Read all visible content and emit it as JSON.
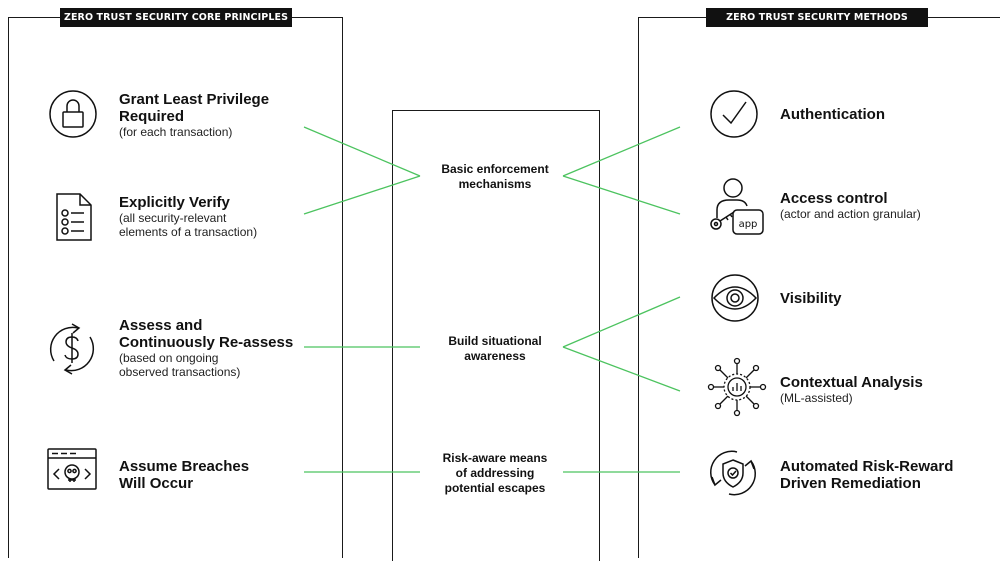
{
  "left": {
    "header": "ZERO TRUST SECURITY CORE PRINCIPLES",
    "items": [
      {
        "icon": "lock-icon",
        "title": [
          "Grant Least Privilege",
          "Required"
        ],
        "sub": [
          "(for each transaction)"
        ]
      },
      {
        "icon": "checklist-document-icon",
        "title": [
          "Explicitly Verify"
        ],
        "sub": [
          "(all security-relevant",
          "elements of a transaction)"
        ]
      },
      {
        "icon": "dollar-cycle-icon",
        "title": [
          "Assess and",
          "Continuously Re-assess"
        ],
        "sub": [
          "(based on ongoing",
          "observed transactions)"
        ]
      },
      {
        "icon": "malware-browser-icon",
        "title": [
          "Assume Breaches",
          "Will Occur"
        ],
        "sub": []
      }
    ]
  },
  "middle": {
    "items": [
      [
        "Basic enforcement",
        "mechanisms"
      ],
      [
        "Build situational",
        "awareness"
      ],
      [
        "Risk-aware means",
        "of addressing",
        "potential escapes"
      ]
    ]
  },
  "right": {
    "header": "ZERO TRUST SECURITY METHODS",
    "items": [
      {
        "icon": "checkmark-circle-icon",
        "title": [
          "Authentication"
        ],
        "sub": []
      },
      {
        "icon": "user-key-app-icon",
        "title": [
          "Access control"
        ],
        "sub": [
          "(actor and action granular)"
        ]
      },
      {
        "icon": "eye-icon",
        "title": [
          "Visibility"
        ],
        "sub": []
      },
      {
        "icon": "analysis-network-icon",
        "title": [
          "Contextual Analysis"
        ],
        "sub": [
          "(ML-assisted)"
        ]
      },
      {
        "icon": "shield-cycle-icon",
        "title": [
          "Automated Risk-Reward",
          "Driven Remediation"
        ],
        "sub": []
      }
    ]
  },
  "colors": {
    "connector": "#4cc35f",
    "panel_border": "#1a1a1a",
    "tab_bg": "#111111"
  }
}
